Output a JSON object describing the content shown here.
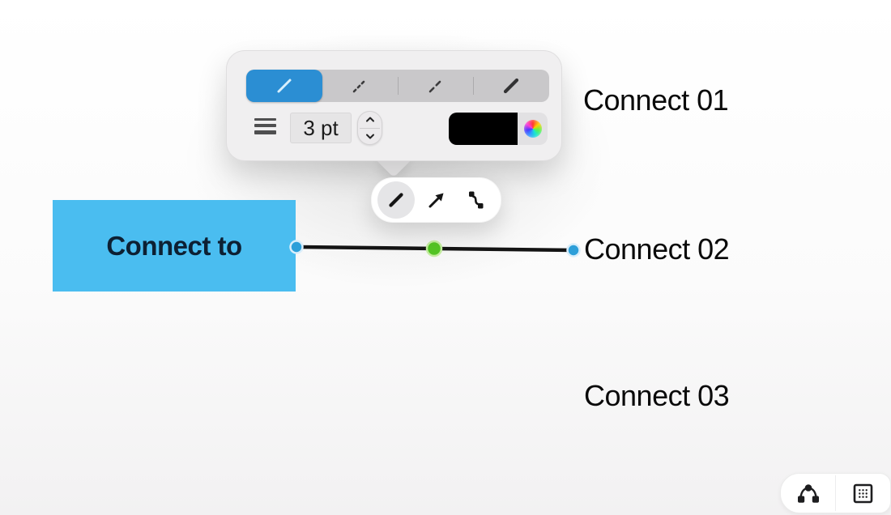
{
  "style_popover": {
    "width_value": "3 pt",
    "stroke_swatch_color": "#000000",
    "selected_segment_color": "#2b8ed3",
    "segments": [
      {
        "id": "line-style-solid-thin",
        "selected": true
      },
      {
        "id": "line-style-dashed-short",
        "selected": false
      },
      {
        "id": "line-style-dashed-long",
        "selected": false
      },
      {
        "id": "line-style-solid-thick",
        "selected": false
      }
    ]
  },
  "line_type_popover": {
    "options": [
      {
        "id": "straight-line",
        "selected": true
      },
      {
        "id": "arrow-line",
        "selected": false
      },
      {
        "id": "curved-line",
        "selected": false
      }
    ]
  },
  "canvas": {
    "shape_label": "Connect to",
    "shape_fill": "#4abdf0",
    "labels": [
      "Connect 01",
      "Connect 02",
      "Connect 03"
    ],
    "connector": {
      "stroke_color": "#141414",
      "endpoint_handle_color": "#2d9fd9",
      "midpoint_handle_color": "#53c424"
    }
  },
  "bottom_toolbar": {
    "buttons": [
      {
        "id": "connection-diagram-tool"
      },
      {
        "id": "grid-frame-tool"
      }
    ]
  }
}
